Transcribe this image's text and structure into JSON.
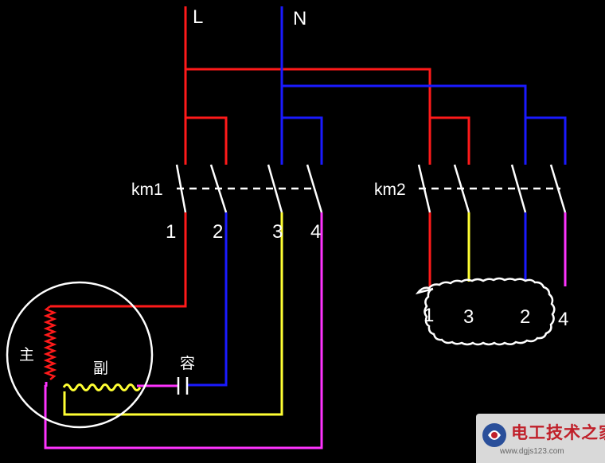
{
  "labels": {
    "line_L": "L",
    "line_N": "N",
    "contactor_1": "km1",
    "contactor_2": "km2",
    "km1_terminals": [
      "1",
      "2",
      "3",
      "4"
    ],
    "km2_terminals": [
      "1",
      "3",
      "2",
      "4"
    ],
    "main_winding": "主",
    "aux_winding": "副",
    "capacitor": "容"
  },
  "watermark": {
    "title": "电工技术之家",
    "url": "www.dgjs123.com"
  },
  "colors": {
    "background": "#000000",
    "live": "#ff1a1a",
    "neutral": "#1a1aff",
    "yellow": "#ffff33",
    "magenta": "#ff33ff",
    "white": "#ffffff"
  }
}
